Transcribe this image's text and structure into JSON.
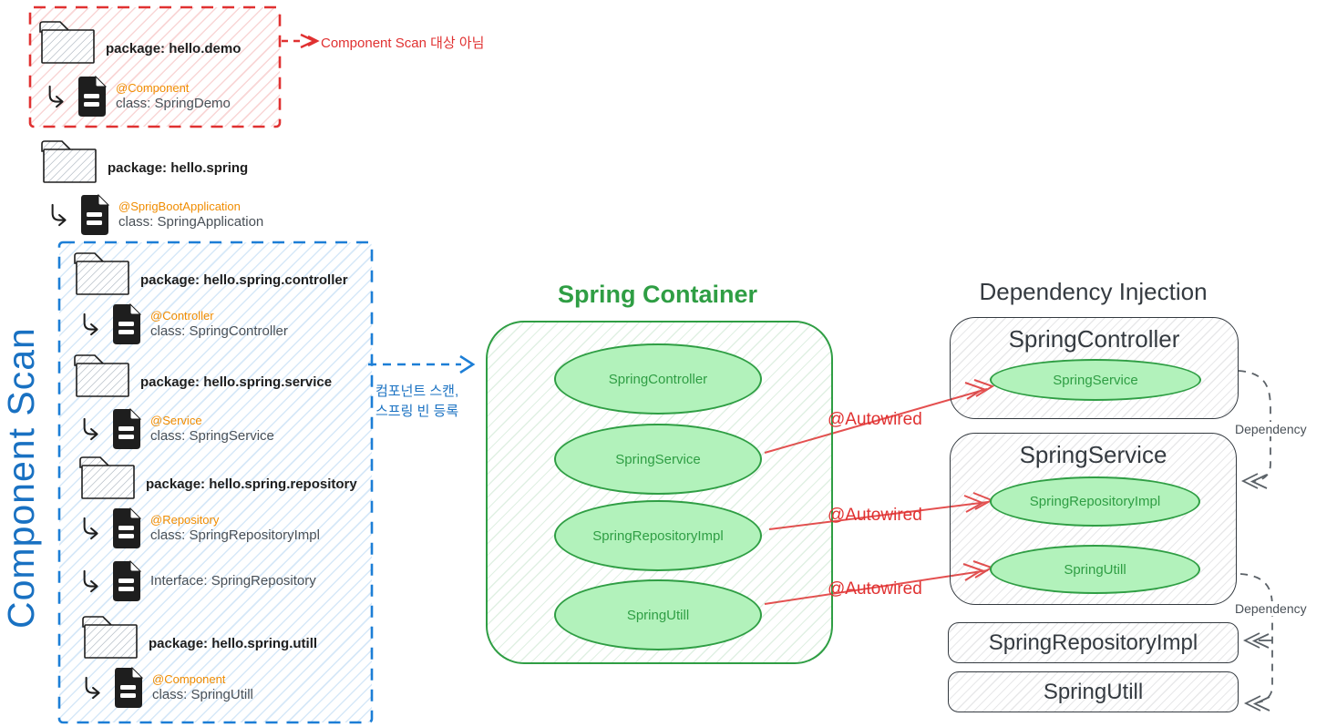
{
  "colors": {
    "red": "#e03131",
    "blue": "#1971c2",
    "green": "#2f9e44",
    "green_fill": "#b2f2bb",
    "orange": "#f08c00",
    "dark": "#343a40",
    "gray_text": "#495057"
  },
  "component_scan": {
    "vertical_label": "Component Scan",
    "excluded_note": "Component Scan 대상 아님",
    "scan_note_line1": "컴포넌트 스캔,",
    "scan_note_line2": "스프링 빈 등록"
  },
  "packages": [
    {
      "label": "package: hello.demo",
      "files": [
        {
          "annotation": "@Component",
          "name": "class: SpringDemo"
        }
      ]
    },
    {
      "label": "package: hello.spring",
      "files": [
        {
          "annotation": "@SprigBootApplication",
          "name": "class: SpringApplication"
        }
      ]
    },
    {
      "label": "package: hello.spring.controller",
      "files": [
        {
          "annotation": "@Controller",
          "name": "class: SpringController"
        }
      ]
    },
    {
      "label": "package: hello.spring.service",
      "files": [
        {
          "annotation": "@Service",
          "name": "class: SpringService"
        }
      ]
    },
    {
      "label": "package: hello.spring.repository",
      "files": [
        {
          "annotation": "@Repository",
          "name": "class: SpringRepositoryImpl"
        },
        {
          "annotation": "",
          "name": "Interface: SpringRepository"
        }
      ]
    },
    {
      "label": "package: hello.spring.utill",
      "files": [
        {
          "annotation": "@Component",
          "name": "class: SpringUtill"
        }
      ]
    }
  ],
  "spring_container": {
    "title": "Spring Container",
    "beans": [
      "SpringController",
      "SpringService",
      "SpringRepositoryImpl",
      "SpringUtill"
    ]
  },
  "annotations": {
    "autowired": "@Autowired"
  },
  "dependency_injection": {
    "title": "Dependency Injection",
    "dependency_label": "Dependency",
    "boxes": [
      {
        "title": "SpringController",
        "injected": [
          "SpringService"
        ]
      },
      {
        "title": "SpringService",
        "injected": [
          "SpringRepositoryImpl",
          "SpringUtill"
        ]
      },
      {
        "title": "SpringRepositoryImpl",
        "injected": []
      },
      {
        "title": "SpringUtill",
        "injected": []
      }
    ]
  },
  "icons": {
    "folder": "package-folder-icon",
    "document": "class-file-icon",
    "curved_arrow": "branch-arrow-icon"
  }
}
